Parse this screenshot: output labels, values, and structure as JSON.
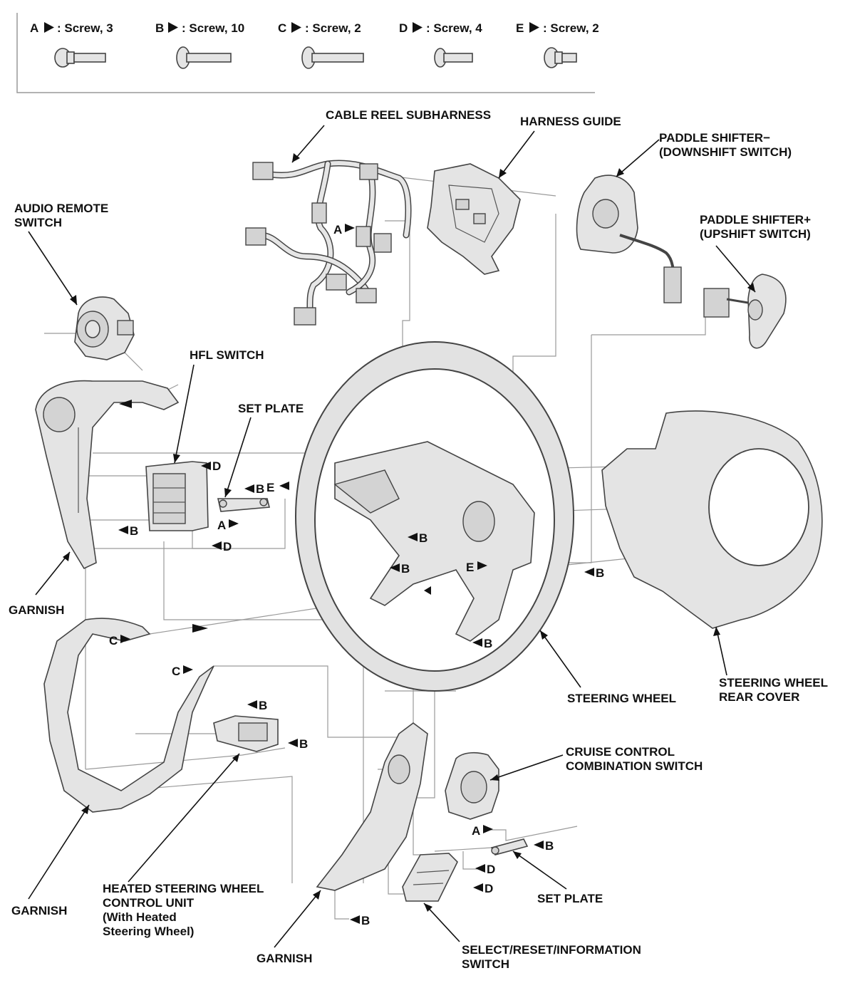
{
  "screw_legend": [
    {
      "letter": "A",
      "text": ": Screw, 3",
      "icon": "flange-bolt-icon"
    },
    {
      "letter": "B",
      "text": ": Screw, 10",
      "icon": "long-screw-icon"
    },
    {
      "letter": "C",
      "text": ": Screw, 2",
      "icon": "long-screw-icon"
    },
    {
      "letter": "D",
      "text": ": Screw, 4",
      "icon": "short-screw-icon"
    },
    {
      "letter": "E",
      "text": ": Screw, 2",
      "icon": "flange-bolt-icon"
    }
  ],
  "labels": {
    "cable_reel_subharness": "CABLE REEL SUBHARNESS",
    "harness_guide": "HARNESS GUIDE",
    "paddle_minus_1": "PADDLE SHIFTER−",
    "paddle_minus_2": "(DOWNSHIFT SWITCH)",
    "paddle_plus_1": "PADDLE SHIFTER+",
    "paddle_plus_2": "(UPSHIFT SWITCH)",
    "audio_1": "AUDIO REMOTE",
    "audio_2": "SWITCH",
    "hfl_switch": "HFL SWITCH",
    "set_plate_top": "SET PLATE",
    "garnish_left_upper": "GARNISH",
    "steering_wheel": "STEERING WHEEL",
    "rear_cover_1": "STEERING WHEEL",
    "rear_cover_2": "REAR COVER",
    "cruise_1": "CRUISE CONTROL",
    "cruise_2": "COMBINATION SWITCH",
    "set_plate_bottom": "SET PLATE",
    "heated_1": "HEATED STEERING WHEEL",
    "heated_2": "CONTROL UNIT",
    "heated_3": "(With Heated",
    "heated_4": "Steering Wheel)",
    "garnish_left_lower": "GARNISH",
    "garnish_bottom": "GARNISH",
    "select_1": "SELECT/RESET/INFORMATION",
    "select_2": "SWITCH"
  },
  "screw_tags": {
    "a_harness": "A",
    "d_hfl": "D",
    "b_setplate": "B",
    "e_setplate": "E",
    "a_setplate": "A",
    "b_garnish": "B",
    "d_hfl_lower": "D",
    "b_wheel_left": "B",
    "b_wheel_mid": "B",
    "e_wheel": "E",
    "b_rear": "B",
    "c_upper": "C",
    "c_lower": "C",
    "b_wheel_bottom": "B",
    "b_heated_top": "B",
    "b_heated_bottom": "B",
    "a_cruise": "A",
    "b_set_plate_lower": "B",
    "d_select_top": "D",
    "d_select_bottom": "D",
    "b_garnish_bottom": "B"
  }
}
